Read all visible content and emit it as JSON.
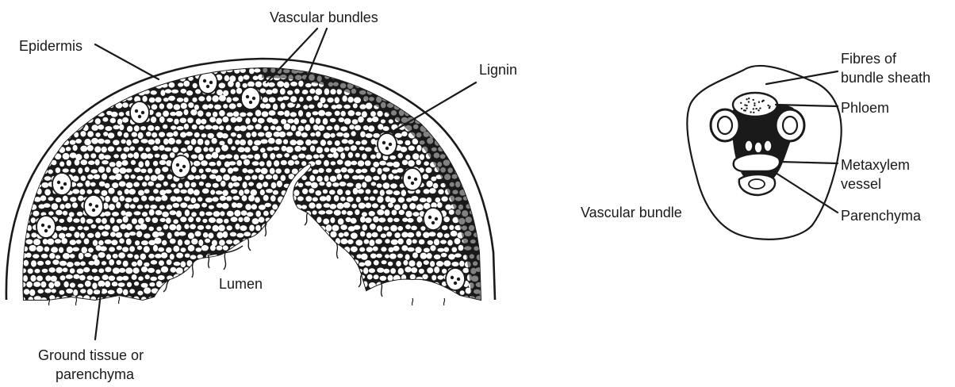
{
  "figure": {
    "left_diagram": {
      "labels": {
        "epidermis": "Epidermis",
        "vascular_bundles": "Vascular bundles",
        "lignin": "Lignin",
        "lumen": "Lumen",
        "ground_tissue_line1": "Ground tissue or",
        "ground_tissue_line2": "parenchyma"
      }
    },
    "right_diagram": {
      "labels": {
        "fibres_line1": "Fibres of",
        "fibres_line2": "bundle sheath",
        "phloem": "Phloem",
        "metaxylem_line1": "Metaxylem",
        "metaxylem_line2": "vessel",
        "vascular_bundle": "Vascular bundle",
        "parenchyma": "Parenchyma"
      }
    },
    "colors": {
      "ink": "#1a1a1a",
      "paper": "#ffffff"
    }
  }
}
